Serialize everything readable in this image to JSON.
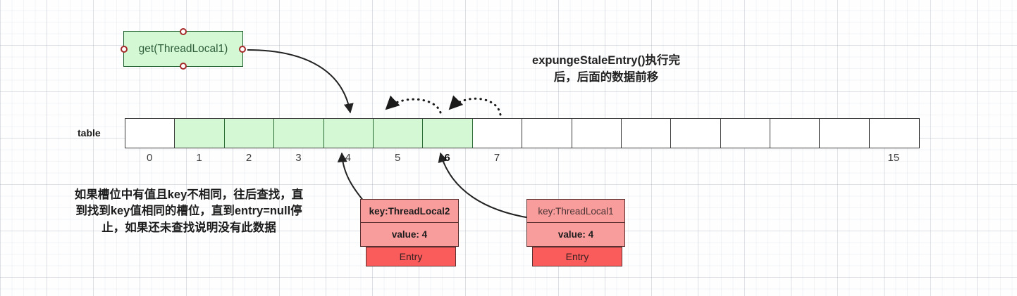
{
  "diagram": {
    "title_note": {
      "line1": "expungeStaleEntry()执行完",
      "line2": "后，后面的数据前移"
    },
    "call_node": {
      "label": "get(ThreadLocal1)"
    },
    "table": {
      "label": "table",
      "cells": [
        {
          "index": "0",
          "filled": false
        },
        {
          "index": "1",
          "filled": true
        },
        {
          "index": "2",
          "filled": true
        },
        {
          "index": "3",
          "filled": true
        },
        {
          "index": "4",
          "filled": true
        },
        {
          "index": "5",
          "filled": true
        },
        {
          "index": "6",
          "filled": true
        },
        {
          "index": "7",
          "filled": false
        },
        {
          "index": "8",
          "filled": false
        },
        {
          "index": "9",
          "filled": false
        },
        {
          "index": "10",
          "filled": false
        },
        {
          "index": "11",
          "filled": false
        },
        {
          "index": "12",
          "filled": false
        },
        {
          "index": "13",
          "filled": false
        },
        {
          "index": "14",
          "filled": false
        },
        {
          "index": "15",
          "filled": false
        }
      ],
      "visible_index_labels": [
        {
          "slot": 0,
          "text": "0",
          "bold": false
        },
        {
          "slot": 1,
          "text": "1",
          "bold": false
        },
        {
          "slot": 2,
          "text": "2",
          "bold": false
        },
        {
          "slot": 3,
          "text": "3",
          "bold": false
        },
        {
          "slot": 4,
          "text": "4",
          "bold": false
        },
        {
          "slot": 5,
          "text": "5",
          "bold": false
        },
        {
          "slot": 6,
          "text": "6",
          "bold": true
        },
        {
          "slot": 7,
          "text": "7",
          "bold": false
        },
        {
          "slot": 15,
          "text": "15",
          "bold": false
        }
      ]
    },
    "note": {
      "line1": "如果槽位中有值且key不相同，往后查找，直",
      "line2": "到找到key值相同的槽位，直到entry=null停",
      "line3": "止，如果还未查找说明没有此数据"
    },
    "entries": [
      {
        "id": "entry-threadlocal2",
        "key": "key:ThreadLocal2",
        "value": "value: 4",
        "footer": "Entry",
        "key_bold": true,
        "points_to_slot": "4"
      },
      {
        "id": "entry-threadlocal1",
        "key": "key:ThreadLocal1",
        "value": "value: 4",
        "footer": "Entry",
        "key_bold": false,
        "points_to_slot": "6"
      }
    ],
    "colors": {
      "cell_filled": "#D4F7D4",
      "cell_empty": "#FFFFFF",
      "node_fill": "#D4F7D4",
      "node_border": "#1A5C2A",
      "entry_fill": "#F99C9C",
      "entry_footer_fill": "#FA5B5B",
      "entry_border": "#5A3030",
      "connector_handle": "#A52A2A",
      "stroke": "#3A3A3A"
    }
  }
}
